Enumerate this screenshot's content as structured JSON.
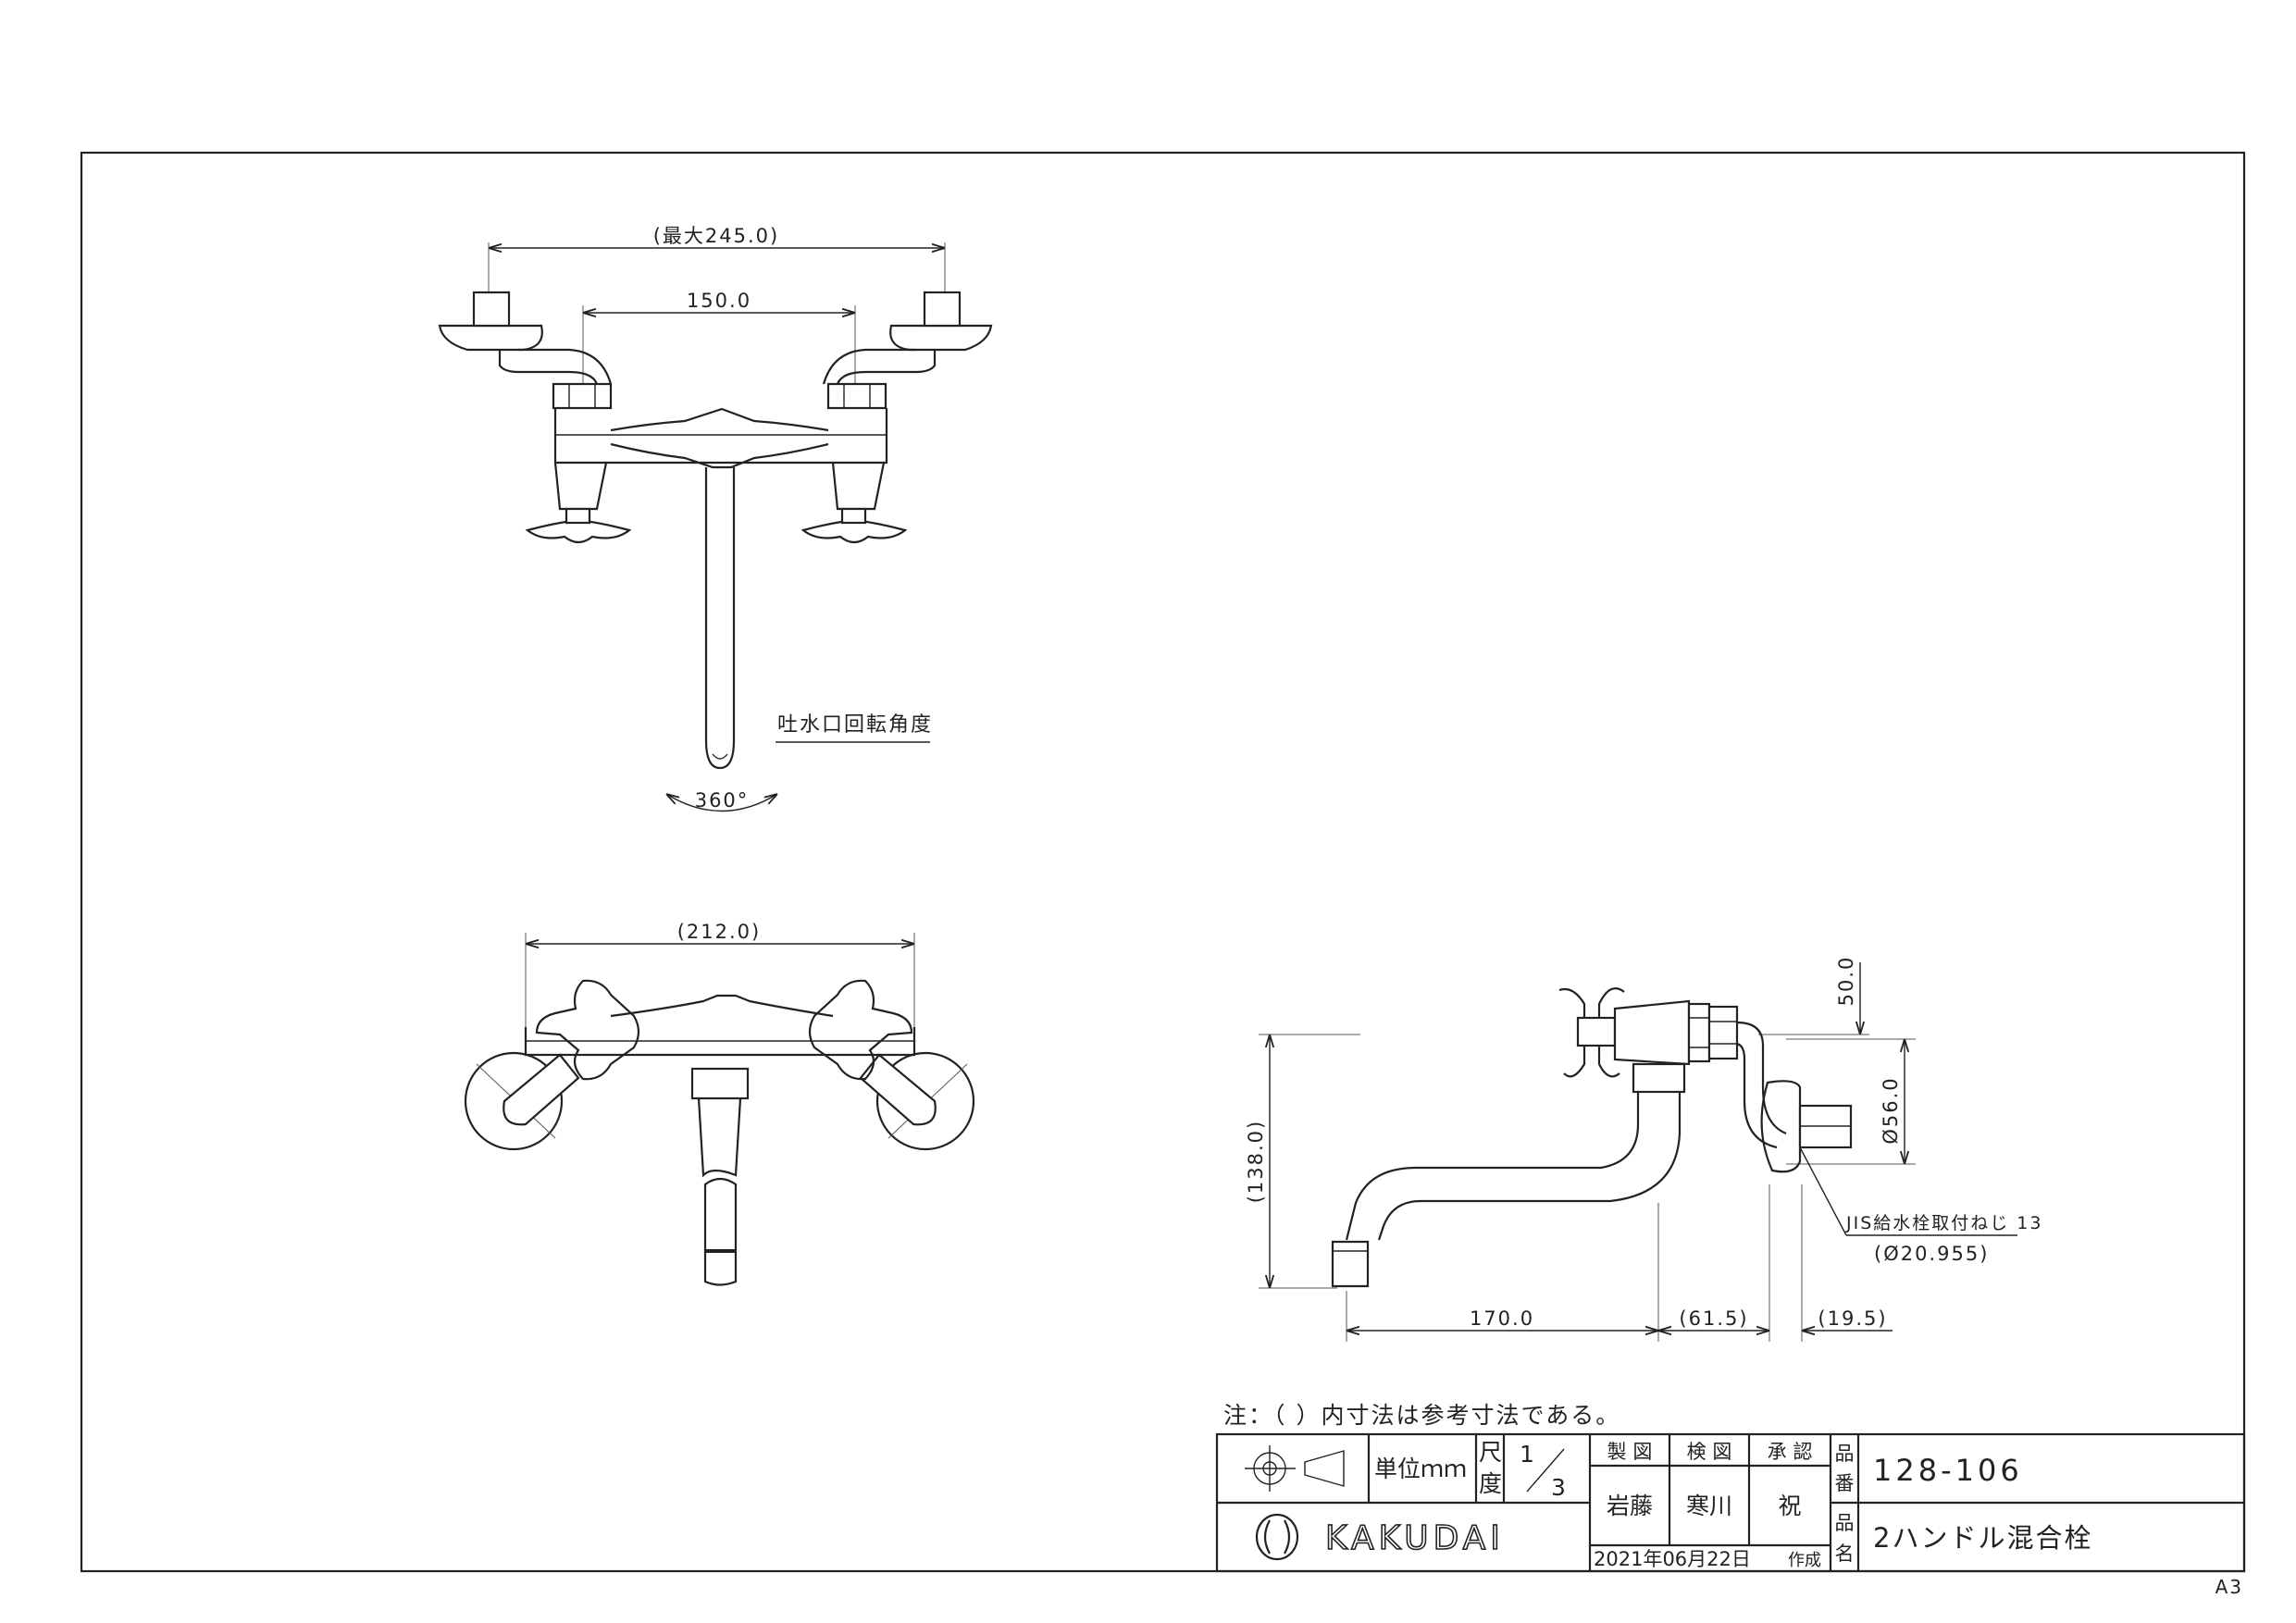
{
  "top_view": {
    "dim_overall": "(最大245.0)",
    "dim_center": "150.0",
    "spout_rotation_label": "吐水口回転角度",
    "rotation_angle": "360°"
  },
  "front_view": {
    "dim_width": "(212.0)"
  },
  "side_view": {
    "dim_height": "(138.0)",
    "dim_top": "50.0",
    "dim_flange_dia": "Ø56.0",
    "dim_spout_reach": "170.0",
    "dim_body": "(61.5)",
    "dim_flange": "(19.5)",
    "thread_label": "JIS給水栓取付ねじ 13",
    "thread_dia": "(Ø20.955)"
  },
  "note": "注：（ ）内寸法は参考寸法である。",
  "title_block": {
    "unit_label": "単位ｍｍ",
    "scale_label_1": "尺",
    "scale_label_2": "度",
    "scale_num": "1",
    "scale_den": "3",
    "drawn_label": "製 図",
    "checked_label": "検 図",
    "approved_label": "承 認",
    "drawn_by": "岩藤",
    "checked_by": "寒川",
    "approved_by": "祝",
    "part_no_label_1": "品",
    "part_no_label_2": "番",
    "part_no": "128-106",
    "part_name_label_1": "品",
    "part_name_label_2": "名",
    "part_name": "2ハンドル混合栓",
    "date": "2021年06月22日",
    "created_label": "作成",
    "logo_text": "KAKUDAI"
  },
  "sheet_size": "A3"
}
